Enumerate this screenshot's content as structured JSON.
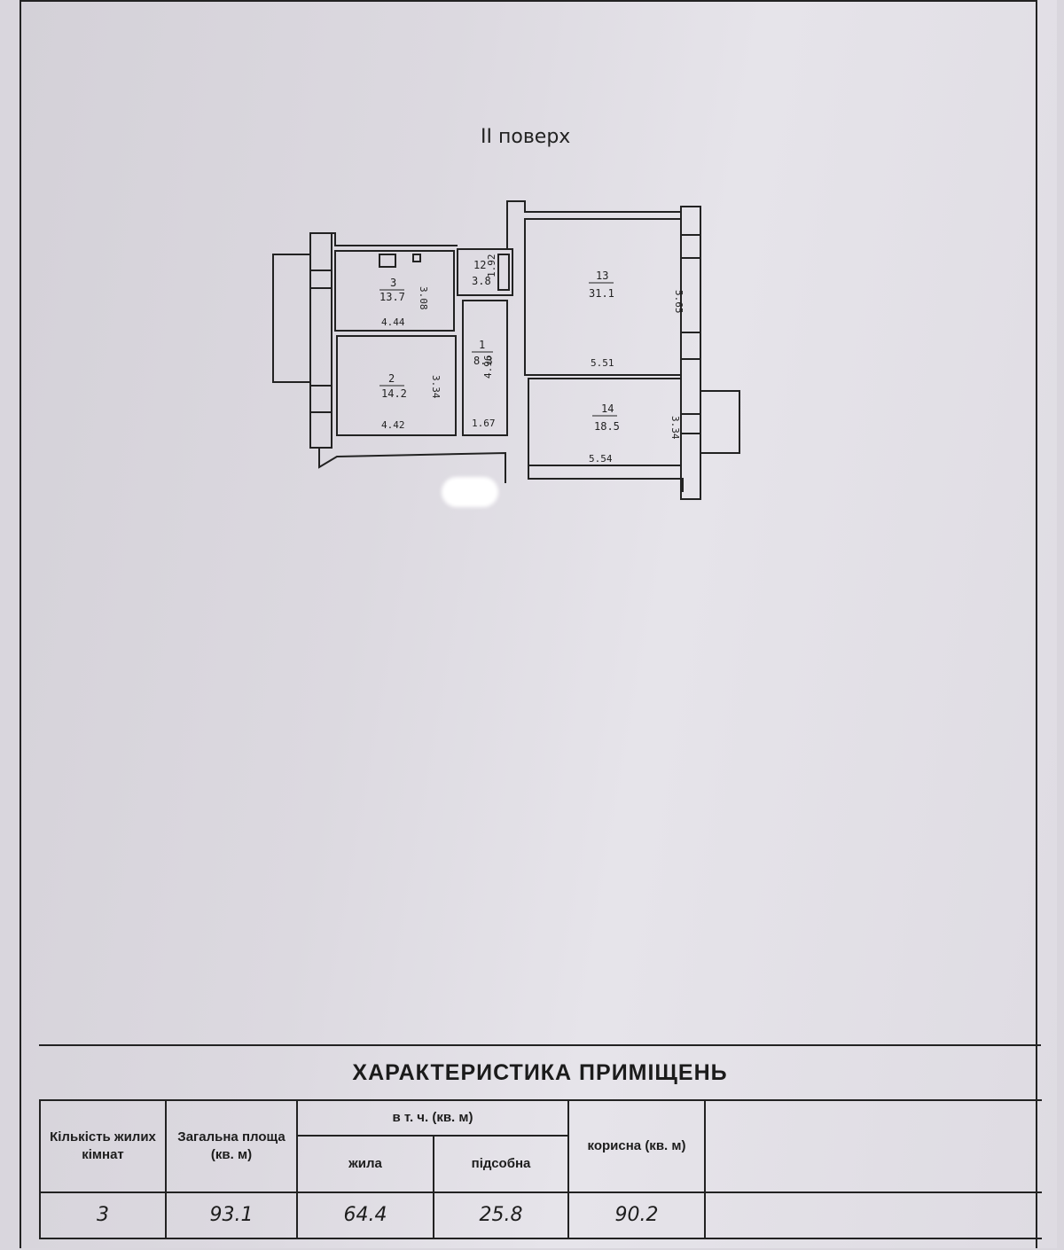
{
  "plan": {
    "floor_title": "II поверх",
    "rooms": [
      {
        "no": "1",
        "area": "8.3",
        "dims": [
          "4.96",
          "1.67"
        ]
      },
      {
        "no": "2",
        "area": "14.2",
        "dims": [
          "3.34",
          "4.42"
        ]
      },
      {
        "no": "3",
        "area": "13.7",
        "dims": [
          "3.08",
          "4.44"
        ]
      },
      {
        "no": "12",
        "area": "3.8",
        "dims": [
          "1.92"
        ]
      },
      {
        "no": "13",
        "area": "31.1",
        "dims": [
          "5.65",
          "5.51"
        ]
      },
      {
        "no": "14",
        "area": "18.5",
        "dims": [
          "3.34",
          "5.54"
        ]
      }
    ]
  },
  "characteristics": {
    "title": "ХАРАКТЕРИСТИКА ПРИМІЩЕНЬ",
    "headers": {
      "rooms_count": "Кількість жилих кімнат",
      "total_area": "Загальна площа (кв. м)",
      "including": "в т. ч. (кв. м)",
      "living": "жила",
      "auxiliary": "підсобна",
      "useful": "корисна (кв. м)"
    },
    "values": {
      "rooms_count": "3",
      "total_area": "93.1",
      "living": "64.4",
      "auxiliary": "25.8",
      "useful": "90.2"
    }
  }
}
